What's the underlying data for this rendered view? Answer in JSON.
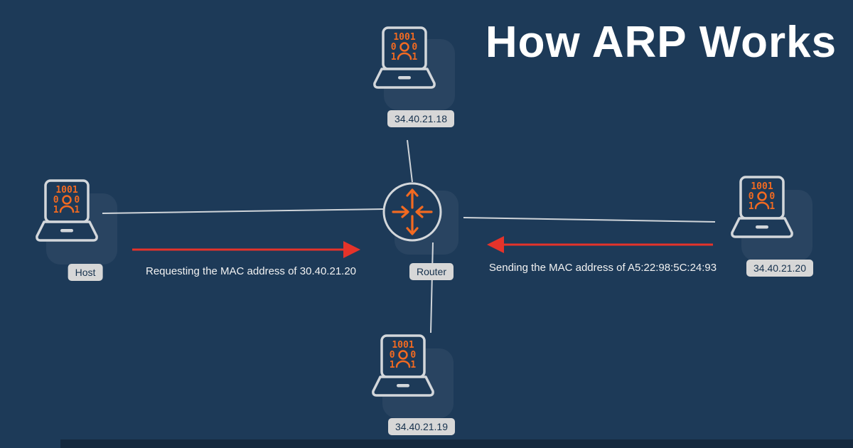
{
  "title": "How ARP Works",
  "colors": {
    "background": "#1d3a58",
    "accent_orange": "#f26a21",
    "arrow_red": "#e5332a",
    "line_gray": "#cfd4d9",
    "badge_bg": "#d7d7d7",
    "badge_text": "#16314d"
  },
  "laptop_screen": {
    "row1": "1001",
    "row2": "0 0",
    "row3": "1 1"
  },
  "nodes": {
    "top": {
      "label": "34.40.21.18"
    },
    "left": {
      "label": "Host"
    },
    "right": {
      "label": "34.40.21.20"
    },
    "bottom": {
      "label": "34.40.21.19"
    },
    "router": {
      "label": "Router"
    }
  },
  "messages": {
    "request": "Requesting the MAC address of 30.40.21.20",
    "reply": "Sending the MAC address of A5:22:98:5C:24:93"
  }
}
